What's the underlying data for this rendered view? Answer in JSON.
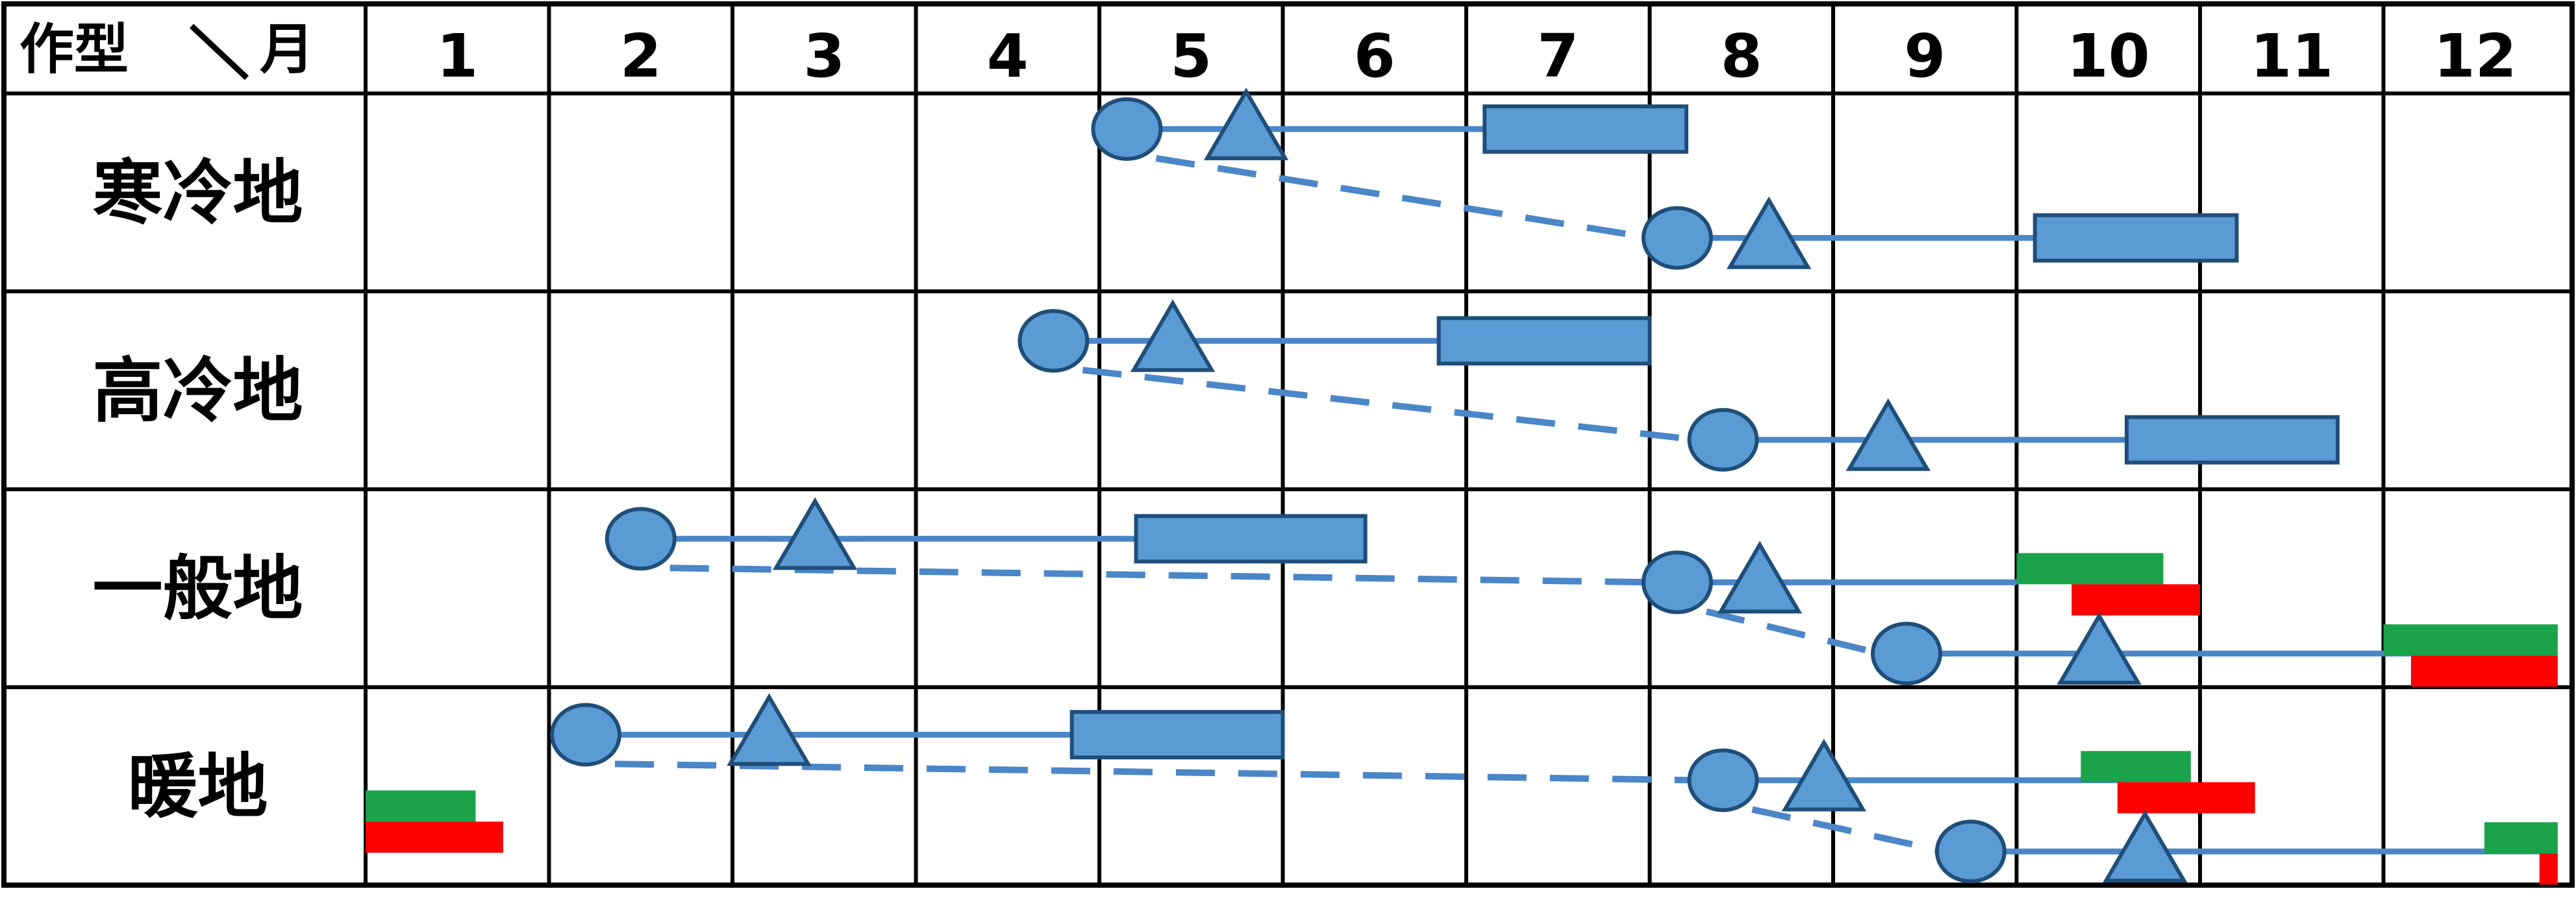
{
  "colors": {
    "shape_fill": "#5b9bd5",
    "shape_stroke": "#1f4e79",
    "line": "#4a86c8",
    "green": "#1aa34a",
    "red": "#ff0000",
    "grid": "#000000"
  },
  "header": {
    "corner_left": "作型",
    "corner_right": "月",
    "months": [
      "1",
      "2",
      "3",
      "4",
      "5",
      "6",
      "7",
      "8",
      "9",
      "10",
      "11",
      "12"
    ]
  },
  "rows": [
    {
      "label": "寒冷地"
    },
    {
      "label": "高冷地"
    },
    {
      "label": "一般地"
    },
    {
      "label": "暖地"
    }
  ],
  "legend_symbols": {
    "circle": "sowing-circle-icon",
    "triangle": "planting-triangle-icon",
    "bar": "harvest-bar"
  },
  "schedules": [
    {
      "row": 0,
      "circle": 5.15,
      "triangle": 5.8,
      "bar": [
        7.1,
        8.2
      ],
      "line_end": 7.1,
      "dash_to": 1
    },
    {
      "row": 0,
      "circle": 8.15,
      "triangle": 8.65,
      "bar": [
        10.1,
        11.2
      ],
      "line_end": 10.1
    },
    {
      "row": 1,
      "circle": 4.75,
      "triangle": 5.4,
      "bar": [
        6.85,
        8.0
      ],
      "line_end": 6.85,
      "dash_to": 1
    },
    {
      "row": 1,
      "circle": 8.4,
      "triangle": 9.3,
      "bar": [
        10.6,
        11.75
      ],
      "line_end": 10.6
    },
    {
      "row": 2,
      "circle": 2.5,
      "triangle": 3.45,
      "bar": [
        5.2,
        6.45
      ],
      "line_end": 5.2,
      "dash_to": 1
    },
    {
      "row": 2,
      "circle": 8.15,
      "triangle": 8.6,
      "line_end": 10.0,
      "dash_to": 1,
      "green": [
        10.0,
        10.8
      ],
      "red": [
        10.3,
        11.0
      ]
    },
    {
      "row": 2,
      "circle": 9.4,
      "triangle": 10.45,
      "line_end": 12.15,
      "green": [
        12.0,
        12.95
      ],
      "red": [
        12.15,
        12.95
      ]
    },
    {
      "row": 3,
      "circle": 2.2,
      "triangle": 3.2,
      "bar": [
        4.85,
        6.0
      ],
      "line_end": 4.85,
      "dash_to": 1
    },
    {
      "row": 3,
      "circle": 8.4,
      "triangle": 8.95,
      "line_end": 10.6,
      "dash_to": 1,
      "green": [
        10.35,
        10.95
      ],
      "red": [
        10.55,
        11.3
      ]
    },
    {
      "row": 3,
      "circle": 9.75,
      "triangle": 10.7,
      "line_end": 12.9,
      "green": [
        12.55,
        12.95
      ],
      "red": [
        12.85,
        12.95
      ]
    },
    {
      "row": 3,
      "green": [
        1.0,
        1.6
      ],
      "red": [
        1.0,
        1.75
      ]
    }
  ]
}
